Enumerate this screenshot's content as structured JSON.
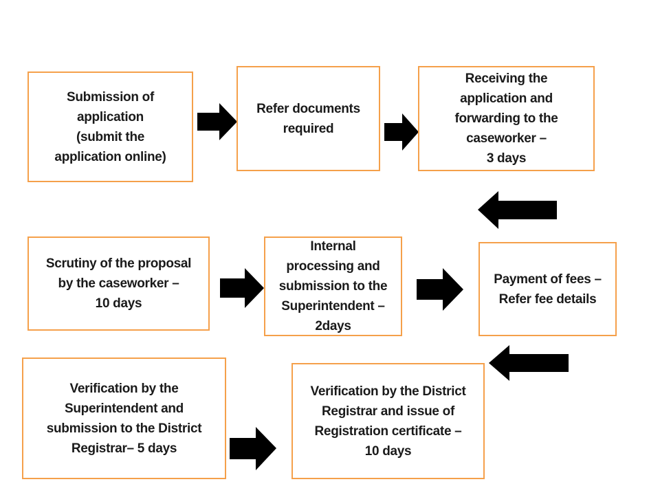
{
  "steps": [
    {
      "id": "submission",
      "text": "Submission of\napplication\n(submit the\napplication online)"
    },
    {
      "id": "refer-documents",
      "text": "Refer documents\nrequired"
    },
    {
      "id": "receiving",
      "text": "Receiving the\napplication and\nforwarding to the\ncaseworker  –\n   3 days"
    },
    {
      "id": "payment",
      "text": "Payment of fees –\nRefer fee details"
    },
    {
      "id": "internal-processing",
      "text": "Internal\nprocessing and\nsubmission to the\nSuperintendent –\n2days"
    },
    {
      "id": "scrutiny",
      "text": "Scrutiny of the proposal\nby the  caseworker  –\n10 days"
    },
    {
      "id": "verification-superintendent",
      "text": "Verification by the\nSuperintendent and\nsubmission to the District\nRegistrar–  5 days"
    },
    {
      "id": "verification-registrar",
      "text": "Verification by the District\nRegistrar and issue of\nRegistration certificate –\n10 days"
    }
  ],
  "colors": {
    "box_border": "#f5a04a",
    "arrow_fill": "#000000",
    "text": "#1a1a1a"
  }
}
